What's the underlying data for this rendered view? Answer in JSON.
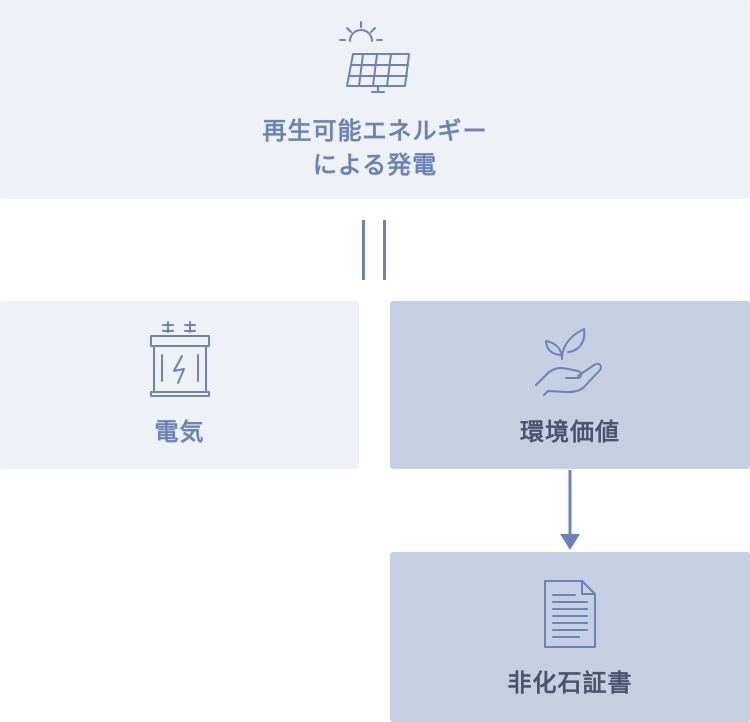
{
  "top": {
    "label_line1": "再生可能エネルギー",
    "label_line2": "による発電",
    "icon": "solar-panel-icon"
  },
  "connector": {
    "type": "equals"
  },
  "left": {
    "label": "電気",
    "icon": "battery-icon"
  },
  "right": {
    "label": "環境価値",
    "icon": "hand-plant-icon"
  },
  "bottom": {
    "label": "非化石証書",
    "icon": "document-icon"
  },
  "colors": {
    "light_box": "#eef1f6",
    "dark_box": "#c4cfe1",
    "accent": "#6a84b6",
    "dark_text": "#48556d"
  }
}
